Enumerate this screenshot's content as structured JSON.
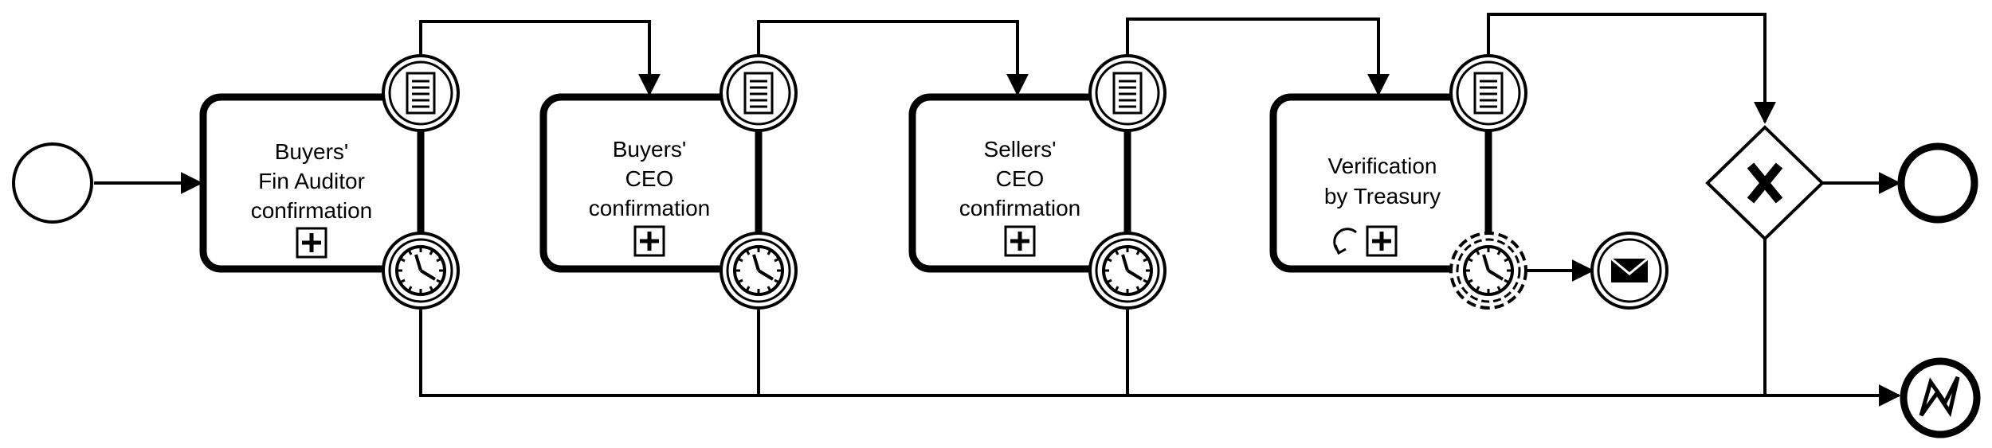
{
  "tasks": [
    {
      "id": "t1",
      "lines": [
        "Buyers'",
        "Fin Auditor",
        "confirmation"
      ],
      "marker": "subprocess"
    },
    {
      "id": "t2",
      "lines": [
        "Buyers'",
        "CEO",
        "confirmation"
      ],
      "marker": "subprocess"
    },
    {
      "id": "t3",
      "lines": [
        "Sellers'",
        "CEO",
        "confirmation"
      ],
      "marker": "subprocess"
    },
    {
      "id": "t4",
      "lines": [
        "Verification",
        "by Treasury"
      ],
      "marker": "loop-subprocess"
    }
  ],
  "events": {
    "start": "start-event",
    "end": "end-event",
    "error_end": "error-end-event",
    "message": "message-intermediate-event",
    "document_boundary": "document-boundary-event",
    "timer_boundary": "timer-boundary-event",
    "timer_non_interrupting": "non-interrupting-timer-boundary-event"
  },
  "gateway": {
    "type": "exclusive",
    "marker": "X"
  },
  "colors": {
    "stroke": "#000000",
    "fill": "#ffffff"
  }
}
